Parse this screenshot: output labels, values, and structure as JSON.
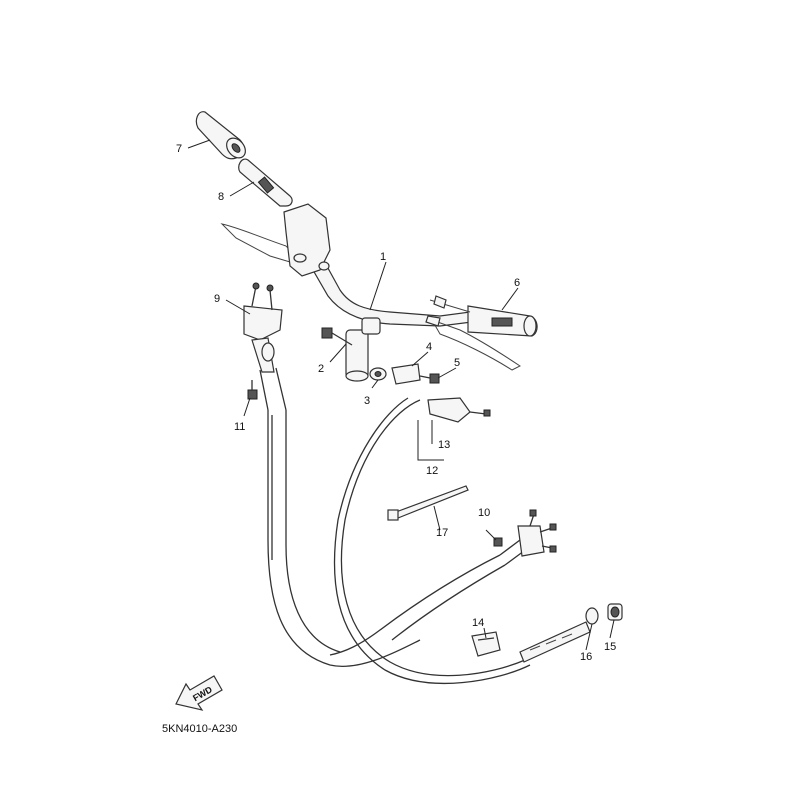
{
  "callouts": [
    {
      "id": "1",
      "text": "1"
    },
    {
      "id": "2",
      "text": "2"
    },
    {
      "id": "3",
      "text": "3"
    },
    {
      "id": "4",
      "text": "4"
    },
    {
      "id": "5",
      "text": "5"
    },
    {
      "id": "6",
      "text": "6"
    },
    {
      "id": "7",
      "text": "7"
    },
    {
      "id": "8",
      "text": "8"
    },
    {
      "id": "9",
      "text": "9"
    },
    {
      "id": "10",
      "text": "10"
    },
    {
      "id": "11",
      "text": "11"
    },
    {
      "id": "12",
      "text": "12"
    },
    {
      "id": "13",
      "text": "13"
    },
    {
      "id": "14",
      "text": "14"
    },
    {
      "id": "15",
      "text": "15"
    },
    {
      "id": "16",
      "text": "16"
    },
    {
      "id": "17",
      "text": "17"
    }
  ],
  "fwd_label": "FWD",
  "drawing_code": "5KN4010-A230"
}
